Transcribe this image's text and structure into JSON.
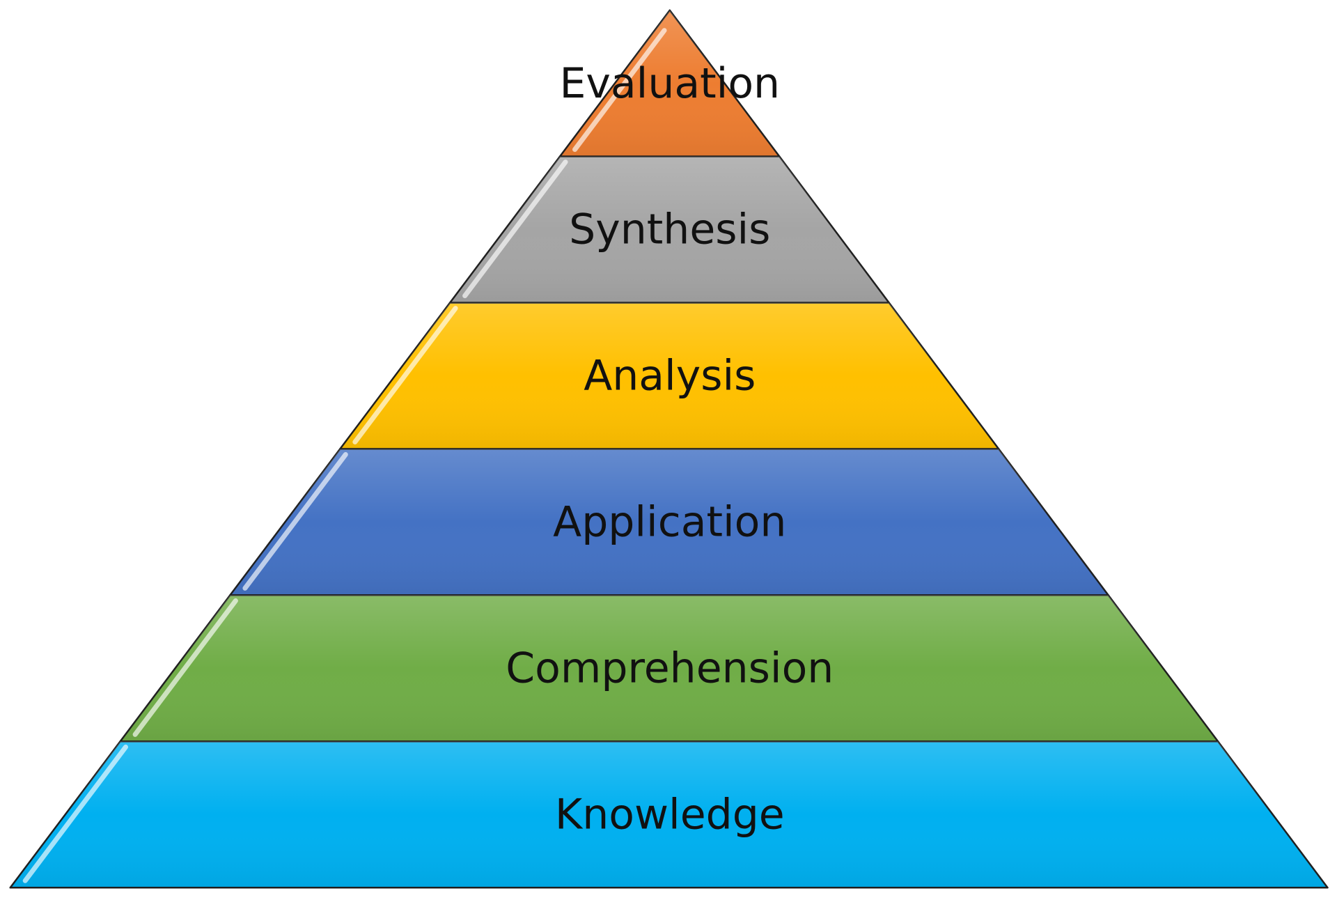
{
  "diagram": {
    "type": "pyramid",
    "levels_top_to_bottom": [
      {
        "label": "Evaluation",
        "color": "#ED7D31"
      },
      {
        "label": "Synthesis",
        "color": "#A5A5A5"
      },
      {
        "label": "Analysis",
        "color": "#FFC000"
      },
      {
        "label": "Application",
        "color": "#4472C4"
      },
      {
        "label": "Comprehension",
        "color": "#70AD47"
      },
      {
        "label": "Knowledge",
        "color": "#00B0F0"
      }
    ]
  }
}
